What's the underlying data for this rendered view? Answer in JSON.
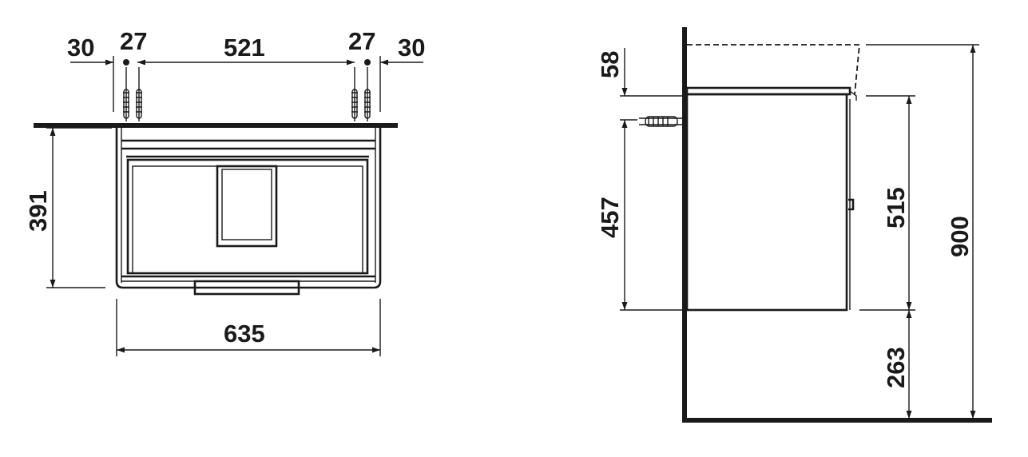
{
  "front_view": {
    "dims": {
      "wall_offset_left": "30",
      "bracket_left": "27",
      "bracket_spacing": "521",
      "bracket_right": "27",
      "wall_offset_right": "30",
      "height": "391",
      "width": "635"
    }
  },
  "side_view": {
    "dims": {
      "top_offset": "58",
      "mount_height": "457",
      "body_height": "515",
      "floor_clearance": "263",
      "total_height": "900"
    }
  }
}
